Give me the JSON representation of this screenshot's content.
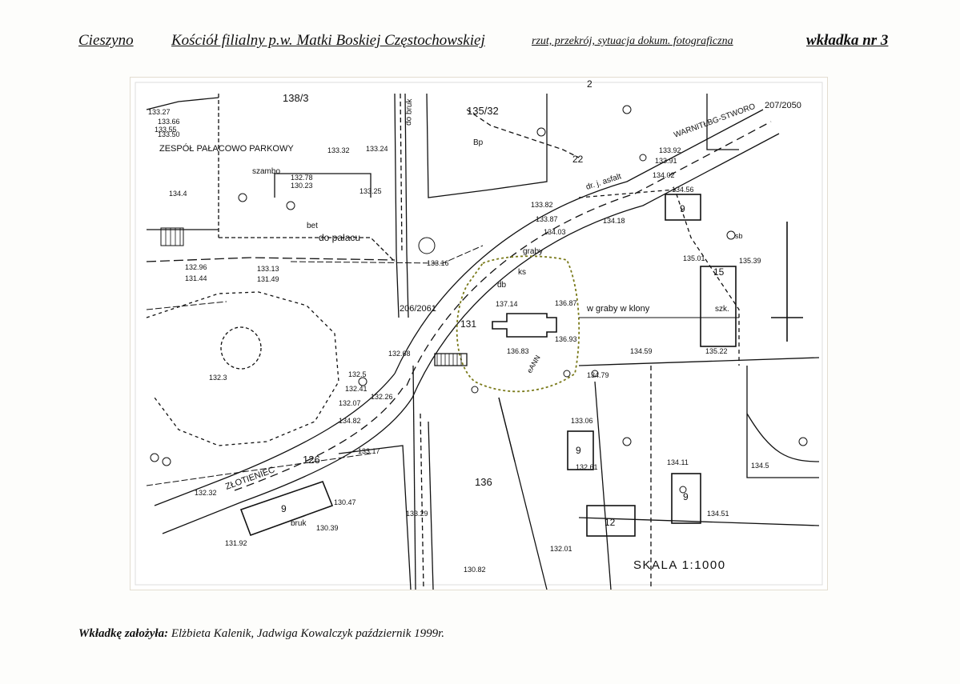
{
  "header": {
    "town": "Cieszyno",
    "church": "Kościół filialny p.w. Matki Boskiej Częstochowskiej",
    "description": "rzut, przekrój, sytuacja dokum. fotograficzna",
    "insert": "wkładka nr 3"
  },
  "map": {
    "scale": "SKALA 1:1000",
    "labels": {
      "palace_park": "ZESPÓŁ PAŁACOWO PARKOWY",
      "szambo": "szambo",
      "bet": "bet",
      "do_palacu": "do pałacu",
      "do_bruk": "do bruk",
      "zloty_ieniec": "ZŁOTIENIEC",
      "bruk": "bruk",
      "dr_asfalt": "dr. j. asfalt",
      "warnitg": "WARNITŁBG-STWORO",
      "graby_klony": "w graby w klony",
      "graby": "graby",
      "ks": "ks",
      "db": "db",
      "eANN": "eANN",
      "bp": "Bp",
      "sb": "sb",
      "szk": "szk."
    },
    "parcels": [
      "138/3",
      "135/32",
      "126",
      "136",
      "131",
      "206/2061",
      "207/2050",
      "22",
      "2"
    ],
    "buildings": [
      "9",
      "9",
      "9",
      "9",
      "12",
      "15"
    ],
    "elevations": [
      "133.32",
      "133.24",
      "133.25",
      "133.16",
      "132.68",
      "132.5",
      "132.41",
      "132.26",
      "132.07",
      "134.82",
      "133.17",
      "133.06",
      "132.61",
      "134.11",
      "134.51",
      "134.5",
      "137.14",
      "136.87",
      "136.83",
      "136.93",
      "134.59",
      "134.79",
      "135.22",
      "135.01",
      "135.39",
      "134.18",
      "134.03",
      "133.82",
      "133.87",
      "134.56",
      "134.02",
      "133.91",
      "133.92",
      "132.32",
      "132.01",
      "130.82",
      "133.29",
      "132.96",
      "131.44",
      "133.13",
      "131.49",
      "132.3",
      "131.92",
      "130.39",
      "130.47",
      "134.4",
      "133.50",
      "133.66",
      "133.27",
      "133.55",
      "132.78",
      "130.23"
    ]
  },
  "footer": {
    "label": "Wkładkę założyła:",
    "authors": "Elżbieta Kalenik, Jadwiga Kowalczyk",
    "date": "październik 1999r."
  }
}
